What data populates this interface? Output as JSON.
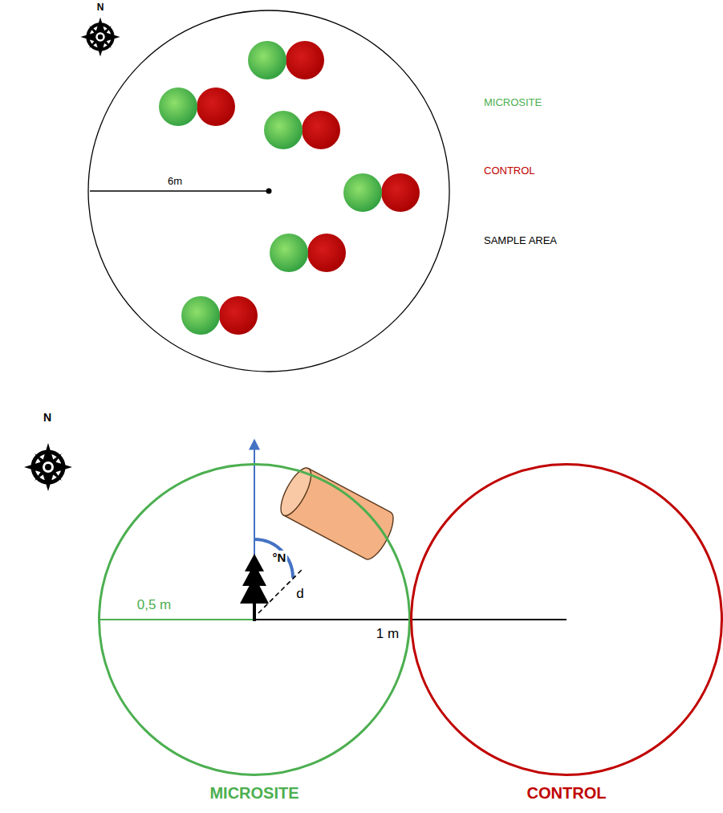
{
  "diagram": {
    "nodes": [
      {
        "text": [
          "MICROSITE"
        ]
      },
      {
        "text": [
          "CONTROL"
        ]
      }
    ],
    "labels": [
      "N",
      "6m",
      "N",
      "°N",
      "d",
      "0,5 m",
      "1 m"
    ],
    "legend": [
      {
        "text": "MICROSITE",
        "color": "#4caf50"
      },
      {
        "text": "CONTROL",
        "color": "#c00000"
      },
      {
        "text": "SAMPLE AREA",
        "color": "#000000"
      }
    ]
  }
}
